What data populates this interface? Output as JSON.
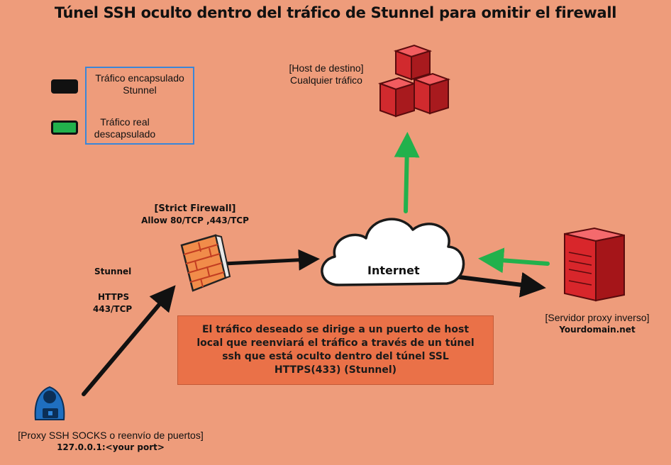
{
  "title": "Túnel SSH oculto dentro del tráfico de Stunnel para omitir el firewall",
  "legend": {
    "items": [
      {
        "label_line1": "Tráfico encapsulado",
        "label_line2": "Stunnel",
        "color": "#111111"
      },
      {
        "label_line1": "Tráfico real",
        "label_line2": "descapsulado",
        "color": "#22b14c"
      }
    ],
    "border_color": "#3a86d8"
  },
  "destination": {
    "line1": "[Host de destino]",
    "line2": "Cualquier tráfico"
  },
  "firewall": {
    "line1": "[Strict Firewall]",
    "line2": "Allow 80/TCP ,443/TCP"
  },
  "left_labels": {
    "stunnel": "Stunnel",
    "https": "HTTPS",
    "port": "443/TCP"
  },
  "internet": {
    "label": "Internet"
  },
  "reverse_proxy": {
    "line1": "[Servidor proxy inverso]",
    "line2": "Yourdomain.net"
  },
  "client": {
    "line1": "[Proxy SSH SOCKS o reenvío de puertos]",
    "line2": "127.0.0.1:<your port>"
  },
  "note": {
    "text": "El tráfico deseado se dirige a un puerto de host local que reenviará el tráfico a través de un túnel ssh que está oculto dentro del túnel SSL HTTPS(433) (Stunnel)"
  },
  "colors": {
    "background": "#ee9c7b",
    "server_red": "#d9262b",
    "green_arrow": "#22b14c",
    "black_arrow": "#111111",
    "note_bg": "#ea7148"
  },
  "icons": [
    "server-stack-icon",
    "firewall-icon",
    "cloud-icon",
    "server-icon",
    "hacker-icon"
  ]
}
